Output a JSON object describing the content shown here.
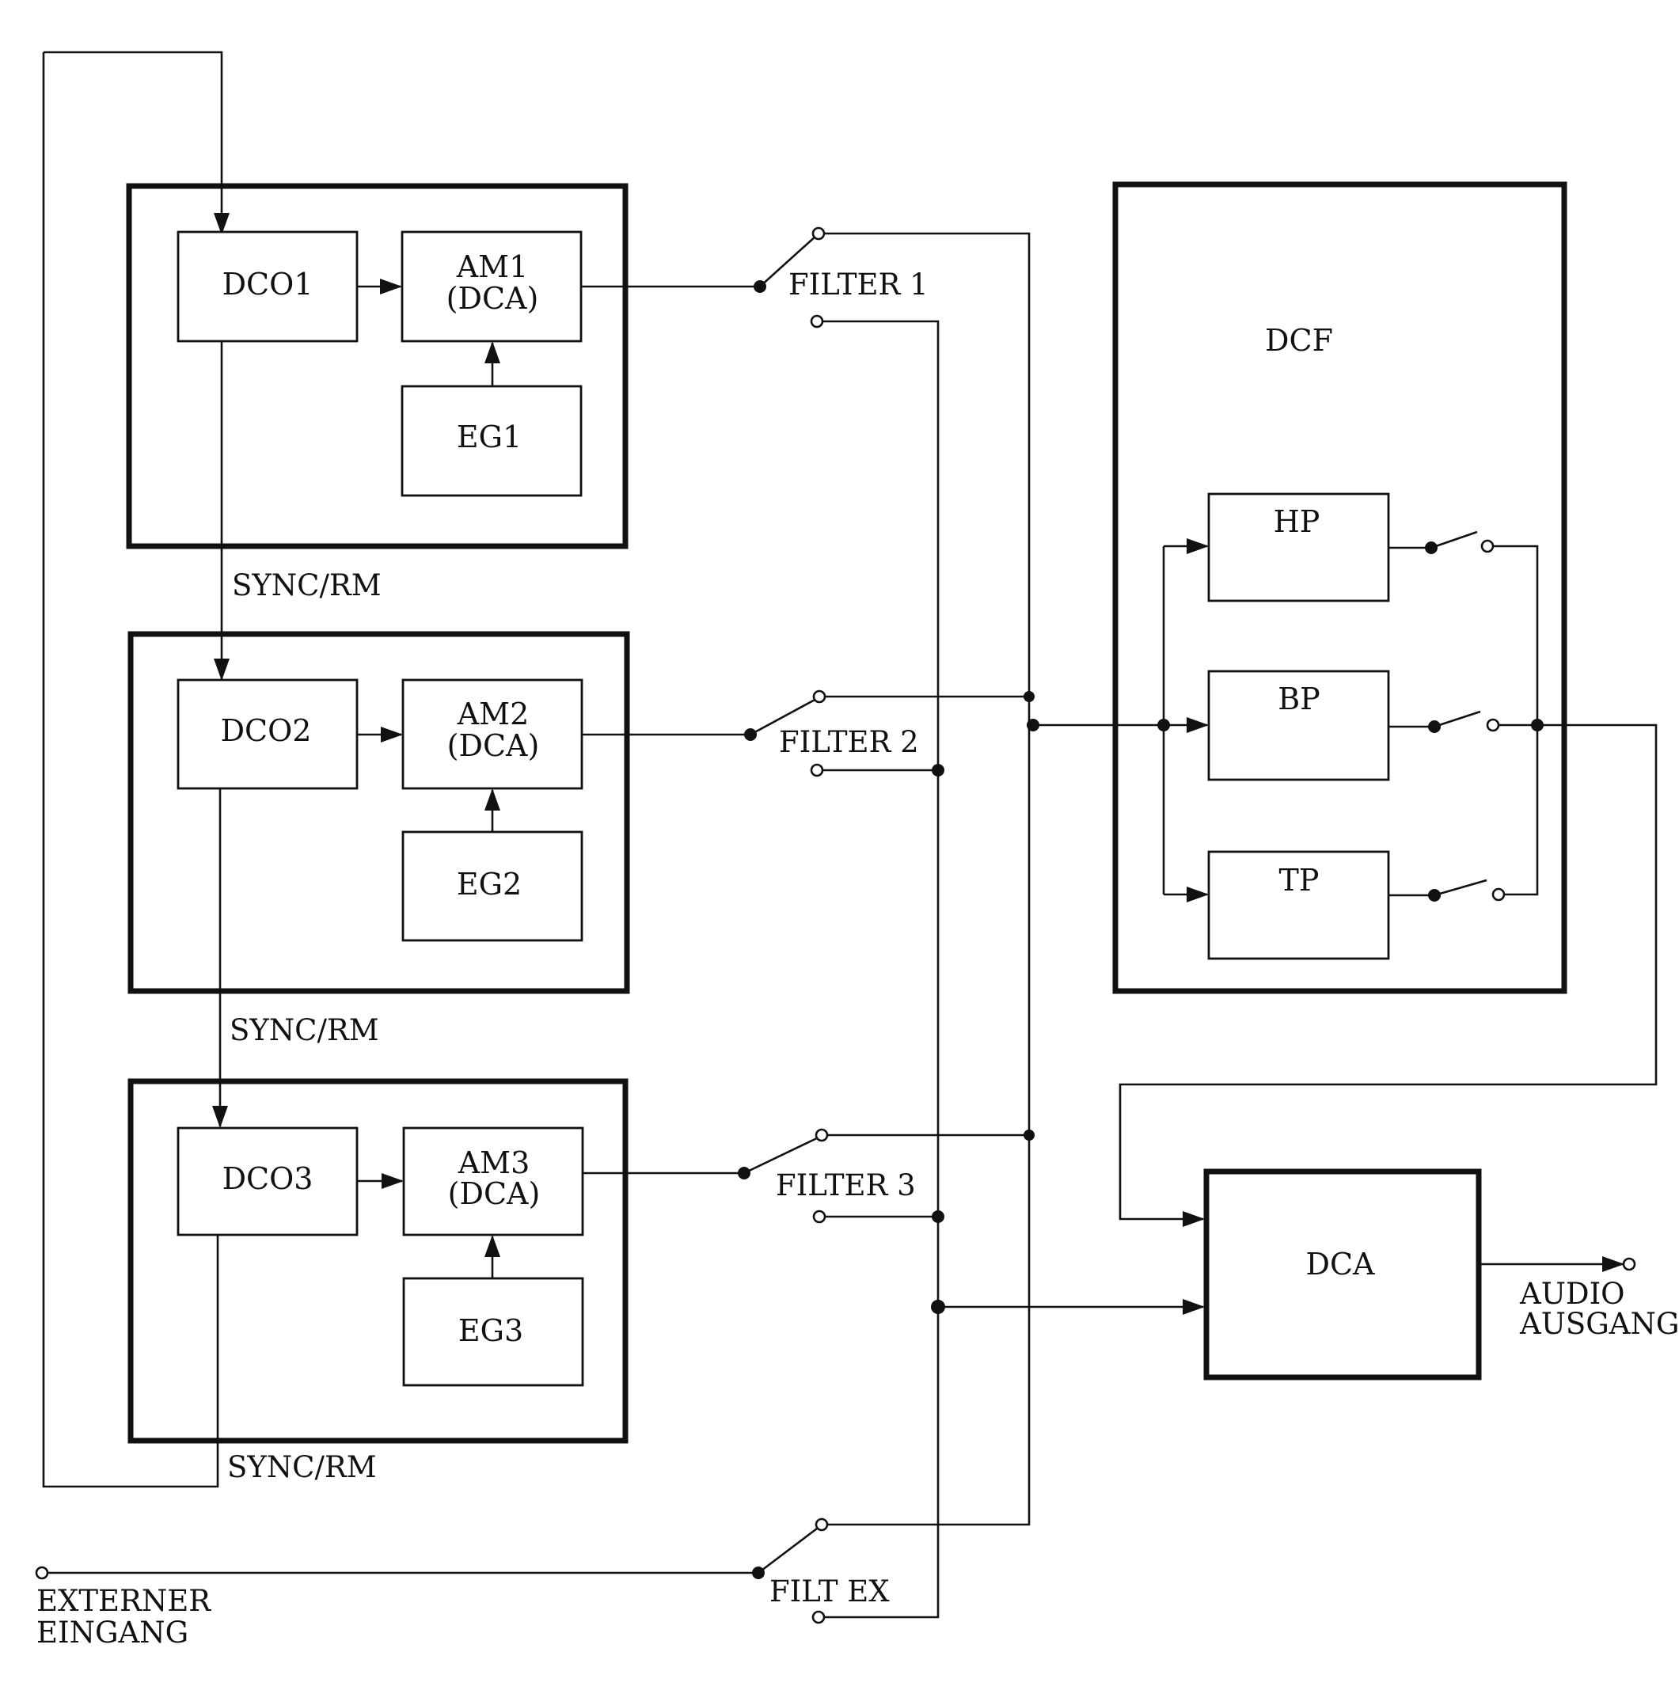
{
  "colors": {
    "ink": "#111111",
    "paper": "#ffffff"
  },
  "voices": [
    {
      "dco": "DCO1",
      "am_line1": "AM1",
      "am_line2": "(DCA)",
      "eg": "EG1",
      "sync": "SYNC/RM",
      "filter_switch": "FILTER 1"
    },
    {
      "dco": "DCO2",
      "am_line1": "AM2",
      "am_line2": "(DCA)",
      "eg": "EG2",
      "sync": "SYNC/RM",
      "filter_switch": "FILTER 2"
    },
    {
      "dco": "DCO3",
      "am_line1": "AM3",
      "am_line2": "(DCA)",
      "eg": "EG3",
      "sync": "SYNC/RM",
      "filter_switch": "FILTER 3"
    }
  ],
  "external": {
    "line1": "EXTERNER",
    "line2": "EINGANG",
    "filter_switch": "FILT EX"
  },
  "dcf": {
    "title": "DCF",
    "filters": [
      "HP",
      "BP",
      "TP"
    ]
  },
  "output": {
    "dca": "DCA",
    "line1": "AUDIO",
    "line2": "AUSGANG"
  }
}
